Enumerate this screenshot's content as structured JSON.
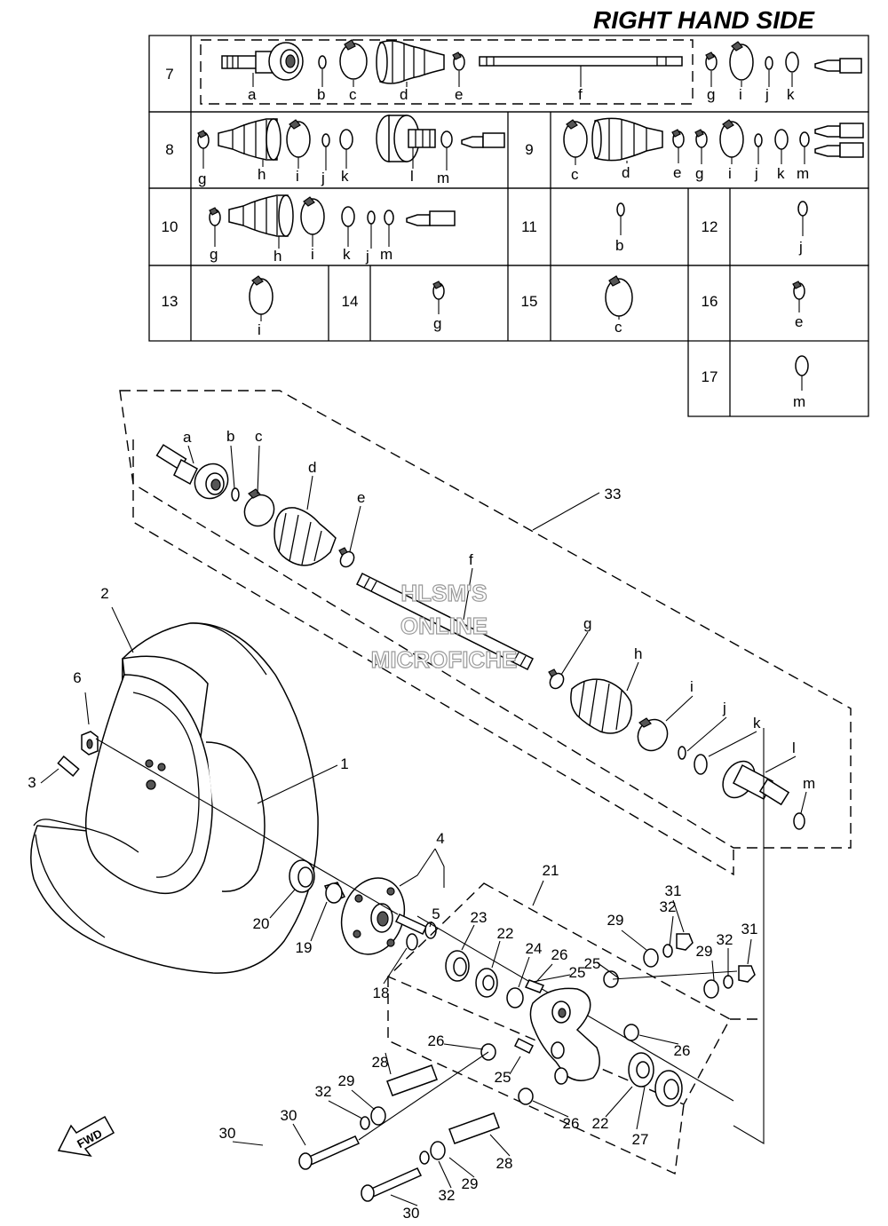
{
  "title": "RIGHT HAND SIDE",
  "watermark": [
    "HLSM'S",
    "ONLINE",
    "MICROFICHE"
  ],
  "fwd_label": "FWD",
  "table": {
    "rows": [
      {
        "num": "7",
        "letters": [
          "a",
          "b",
          "c",
          "d",
          "e",
          "f",
          "g",
          "i",
          "j",
          "k"
        ]
      },
      {
        "num": "8",
        "letters": [
          "g",
          "h",
          "i",
          "j",
          "k",
          "l",
          "m"
        ]
      },
      {
        "num": "9",
        "letters": [
          "c",
          "d",
          "e",
          "g",
          "i",
          "j",
          "k",
          "m"
        ]
      },
      {
        "num": "10",
        "letters": [
          "g",
          "h",
          "i",
          "k",
          "j",
          "m"
        ]
      },
      {
        "num": "11",
        "letters": [
          "b"
        ]
      },
      {
        "num": "12",
        "letters": [
          "j"
        ]
      },
      {
        "num": "13",
        "letters": [
          "i"
        ]
      },
      {
        "num": "14",
        "letters": [
          "g"
        ]
      },
      {
        "num": "15",
        "letters": [
          "c"
        ]
      },
      {
        "num": "16",
        "letters": [
          "e"
        ]
      },
      {
        "num": "17",
        "letters": [
          "m"
        ]
      }
    ]
  },
  "callouts": {
    "exploded_letters": [
      "a",
      "b",
      "c",
      "d",
      "e",
      "f",
      "g",
      "h",
      "i",
      "j",
      "k",
      "l",
      "m"
    ],
    "part_numbers": [
      "1",
      "2",
      "3",
      "4",
      "5",
      "6",
      "18",
      "19",
      "20",
      "21",
      "22",
      "23",
      "24",
      "25",
      "26",
      "27",
      "28",
      "29",
      "30",
      "31",
      "32",
      "33"
    ]
  }
}
